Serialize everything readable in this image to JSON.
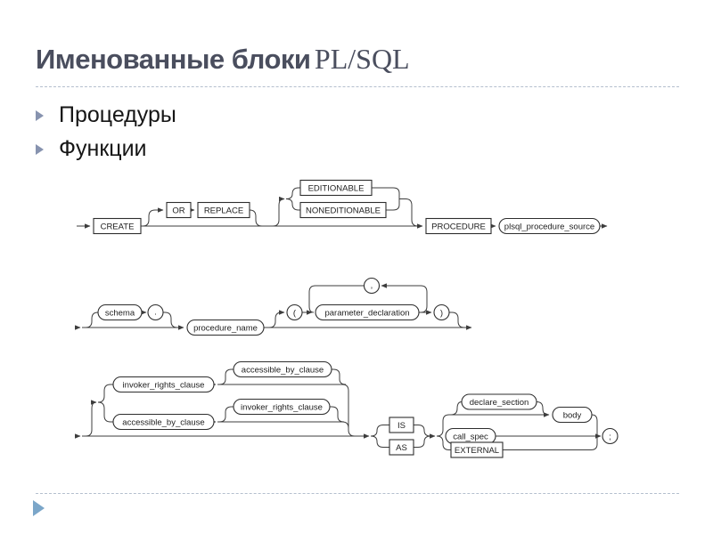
{
  "title": {
    "main": "Именованные блоки",
    "accent": "PL/SQL"
  },
  "bullets": [
    {
      "label": "Процедуры"
    },
    {
      "label": "Функции"
    }
  ],
  "diagram": {
    "create": "CREATE",
    "or": "OR",
    "replace": "REPLACE",
    "editionable": "EDITIONABLE",
    "noneditionable": "NONEDITIONABLE",
    "procedure": "PROCEDURE",
    "plsql_procedure_source": "plsql_procedure_source",
    "schema": "schema",
    "dot": ".",
    "procedure_name": "procedure_name",
    "lparen": "(",
    "comma": ",",
    "parameter_declaration": "parameter_declaration",
    "rparen": ")",
    "invoker_rights_clause": "invoker_rights_clause",
    "accessible_by_clause_opt": "accessible_by_clause",
    "accessible_by_clause": "accessible_by_clause",
    "invoker_rights_clause_opt": "invoker_rights_clause",
    "is": "IS",
    "as": "AS",
    "declare_section": "declare_section",
    "body": "body",
    "call_spec": "call_spec",
    "external": "EXTERNAL",
    "semicolon": ";"
  },
  "colors": {
    "title": "#4a4e5e",
    "bullet_marker": "#8793af",
    "divider": "#b4bfce",
    "footer_arrow": "#7ba6c9",
    "diagram_line": "#3c3c3c"
  }
}
